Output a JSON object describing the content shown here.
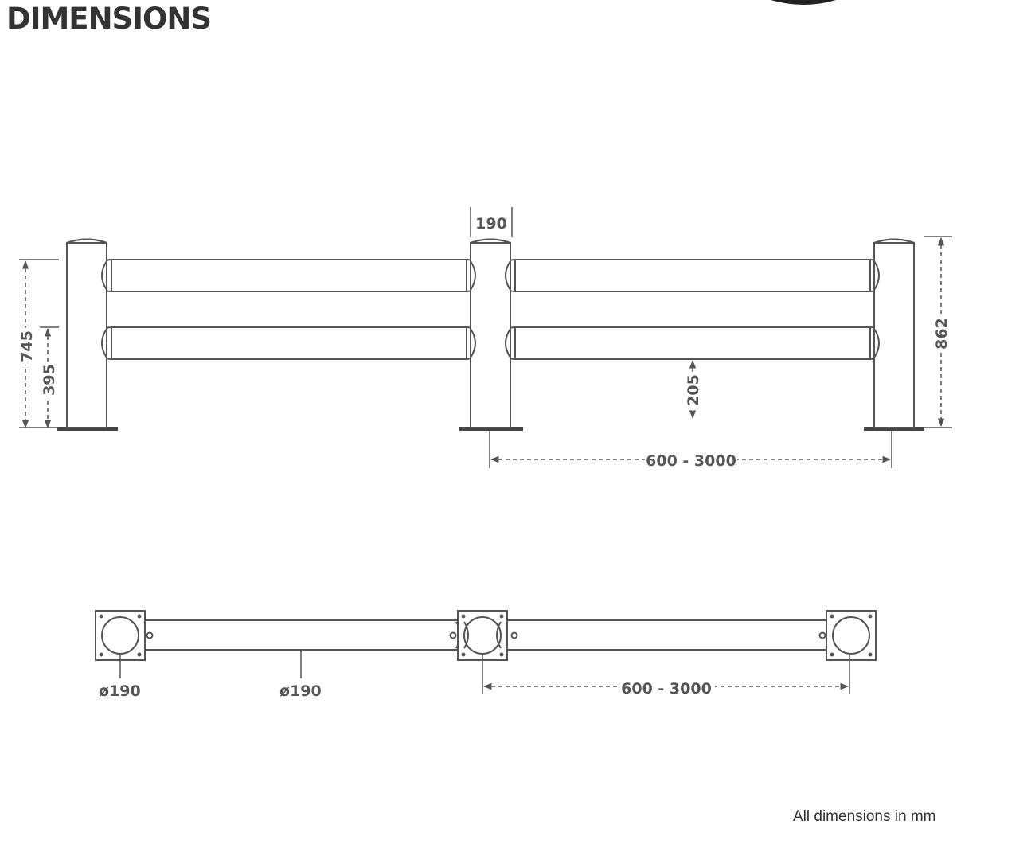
{
  "title": "DIMENSIONS",
  "note": "All dimensions in mm",
  "dimensions": {
    "post_width": "190",
    "overall_height": "862",
    "top_rail_height": "745",
    "bottom_rail_height": "395",
    "rail_clearance": "205",
    "span_elevation": "600 - 3000",
    "span_plan": "600 - 3000",
    "post_diameter": "190",
    "rail_diameter": "190",
    "diameter_symbol": "ø"
  },
  "colors": {
    "line": "#555555",
    "base_plate": "#444444",
    "background": "#ffffff"
  }
}
